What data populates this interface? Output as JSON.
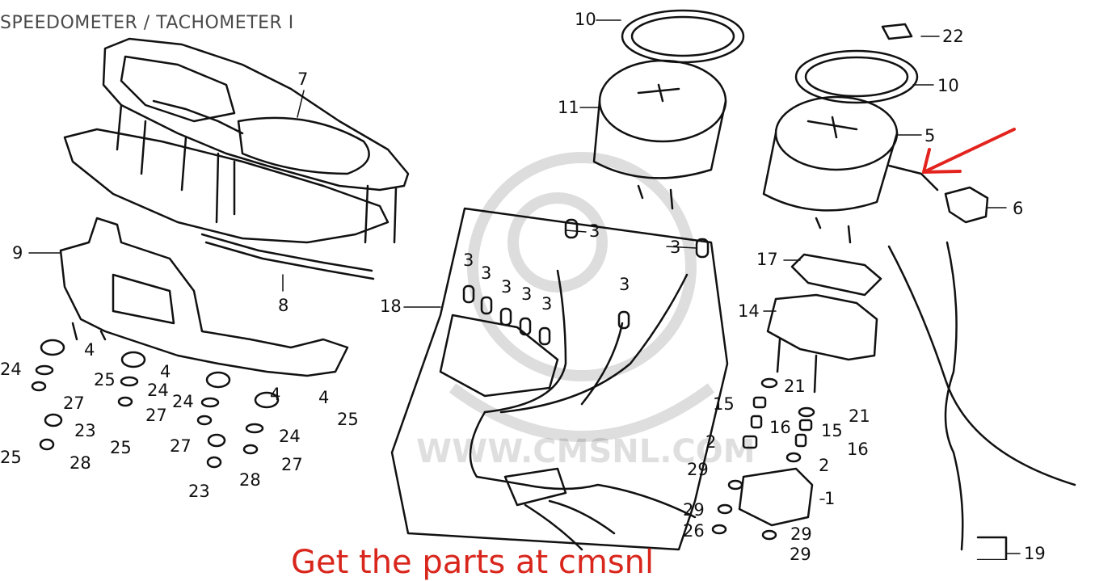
{
  "title": "SPEEDOMETER / TACHOMETER I",
  "watermark": "WWW.CMSNL.COM",
  "bottom_text": "Get the parts at cmsnl",
  "arrow_color": "#e3231d",
  "labels": {
    "p10a": "10",
    "p22": "22",
    "p10b": "10",
    "p11": "11",
    "p5": "5",
    "p6": "6",
    "p7": "7",
    "p9": "9",
    "p8": "8",
    "p18": "18",
    "p17": "17",
    "p14": "14",
    "p3a": "3",
    "p3b": "3",
    "p3c": "3",
    "p3d": "3",
    "p3e": "3",
    "p3f": "3",
    "p3g": "3",
    "p3h": "3",
    "p4a": "4",
    "p4b": "4",
    "p4c": "4",
    "p4d": "4",
    "p24a": "24",
    "p24b": "24",
    "p24c": "24",
    "p24d": "24",
    "p25a": "25",
    "p25b": "25",
    "p25c": "25",
    "p25d": "25",
    "p27a": "27",
    "p27b": "27",
    "p27c": "27",
    "p27d": "27",
    "p23a": "23",
    "p23b": "23",
    "p28a": "28",
    "p28b": "28",
    "p21a": "21",
    "p21b": "21",
    "p15a": "15",
    "p15b": "15",
    "p16a": "16",
    "p16b": "16",
    "p2a": "2",
    "p2b": "2",
    "p29a": "29",
    "p29b": "29",
    "p29c": "29",
    "p29d": "29",
    "p26": "26",
    "p1": "1",
    "p19": "19"
  }
}
